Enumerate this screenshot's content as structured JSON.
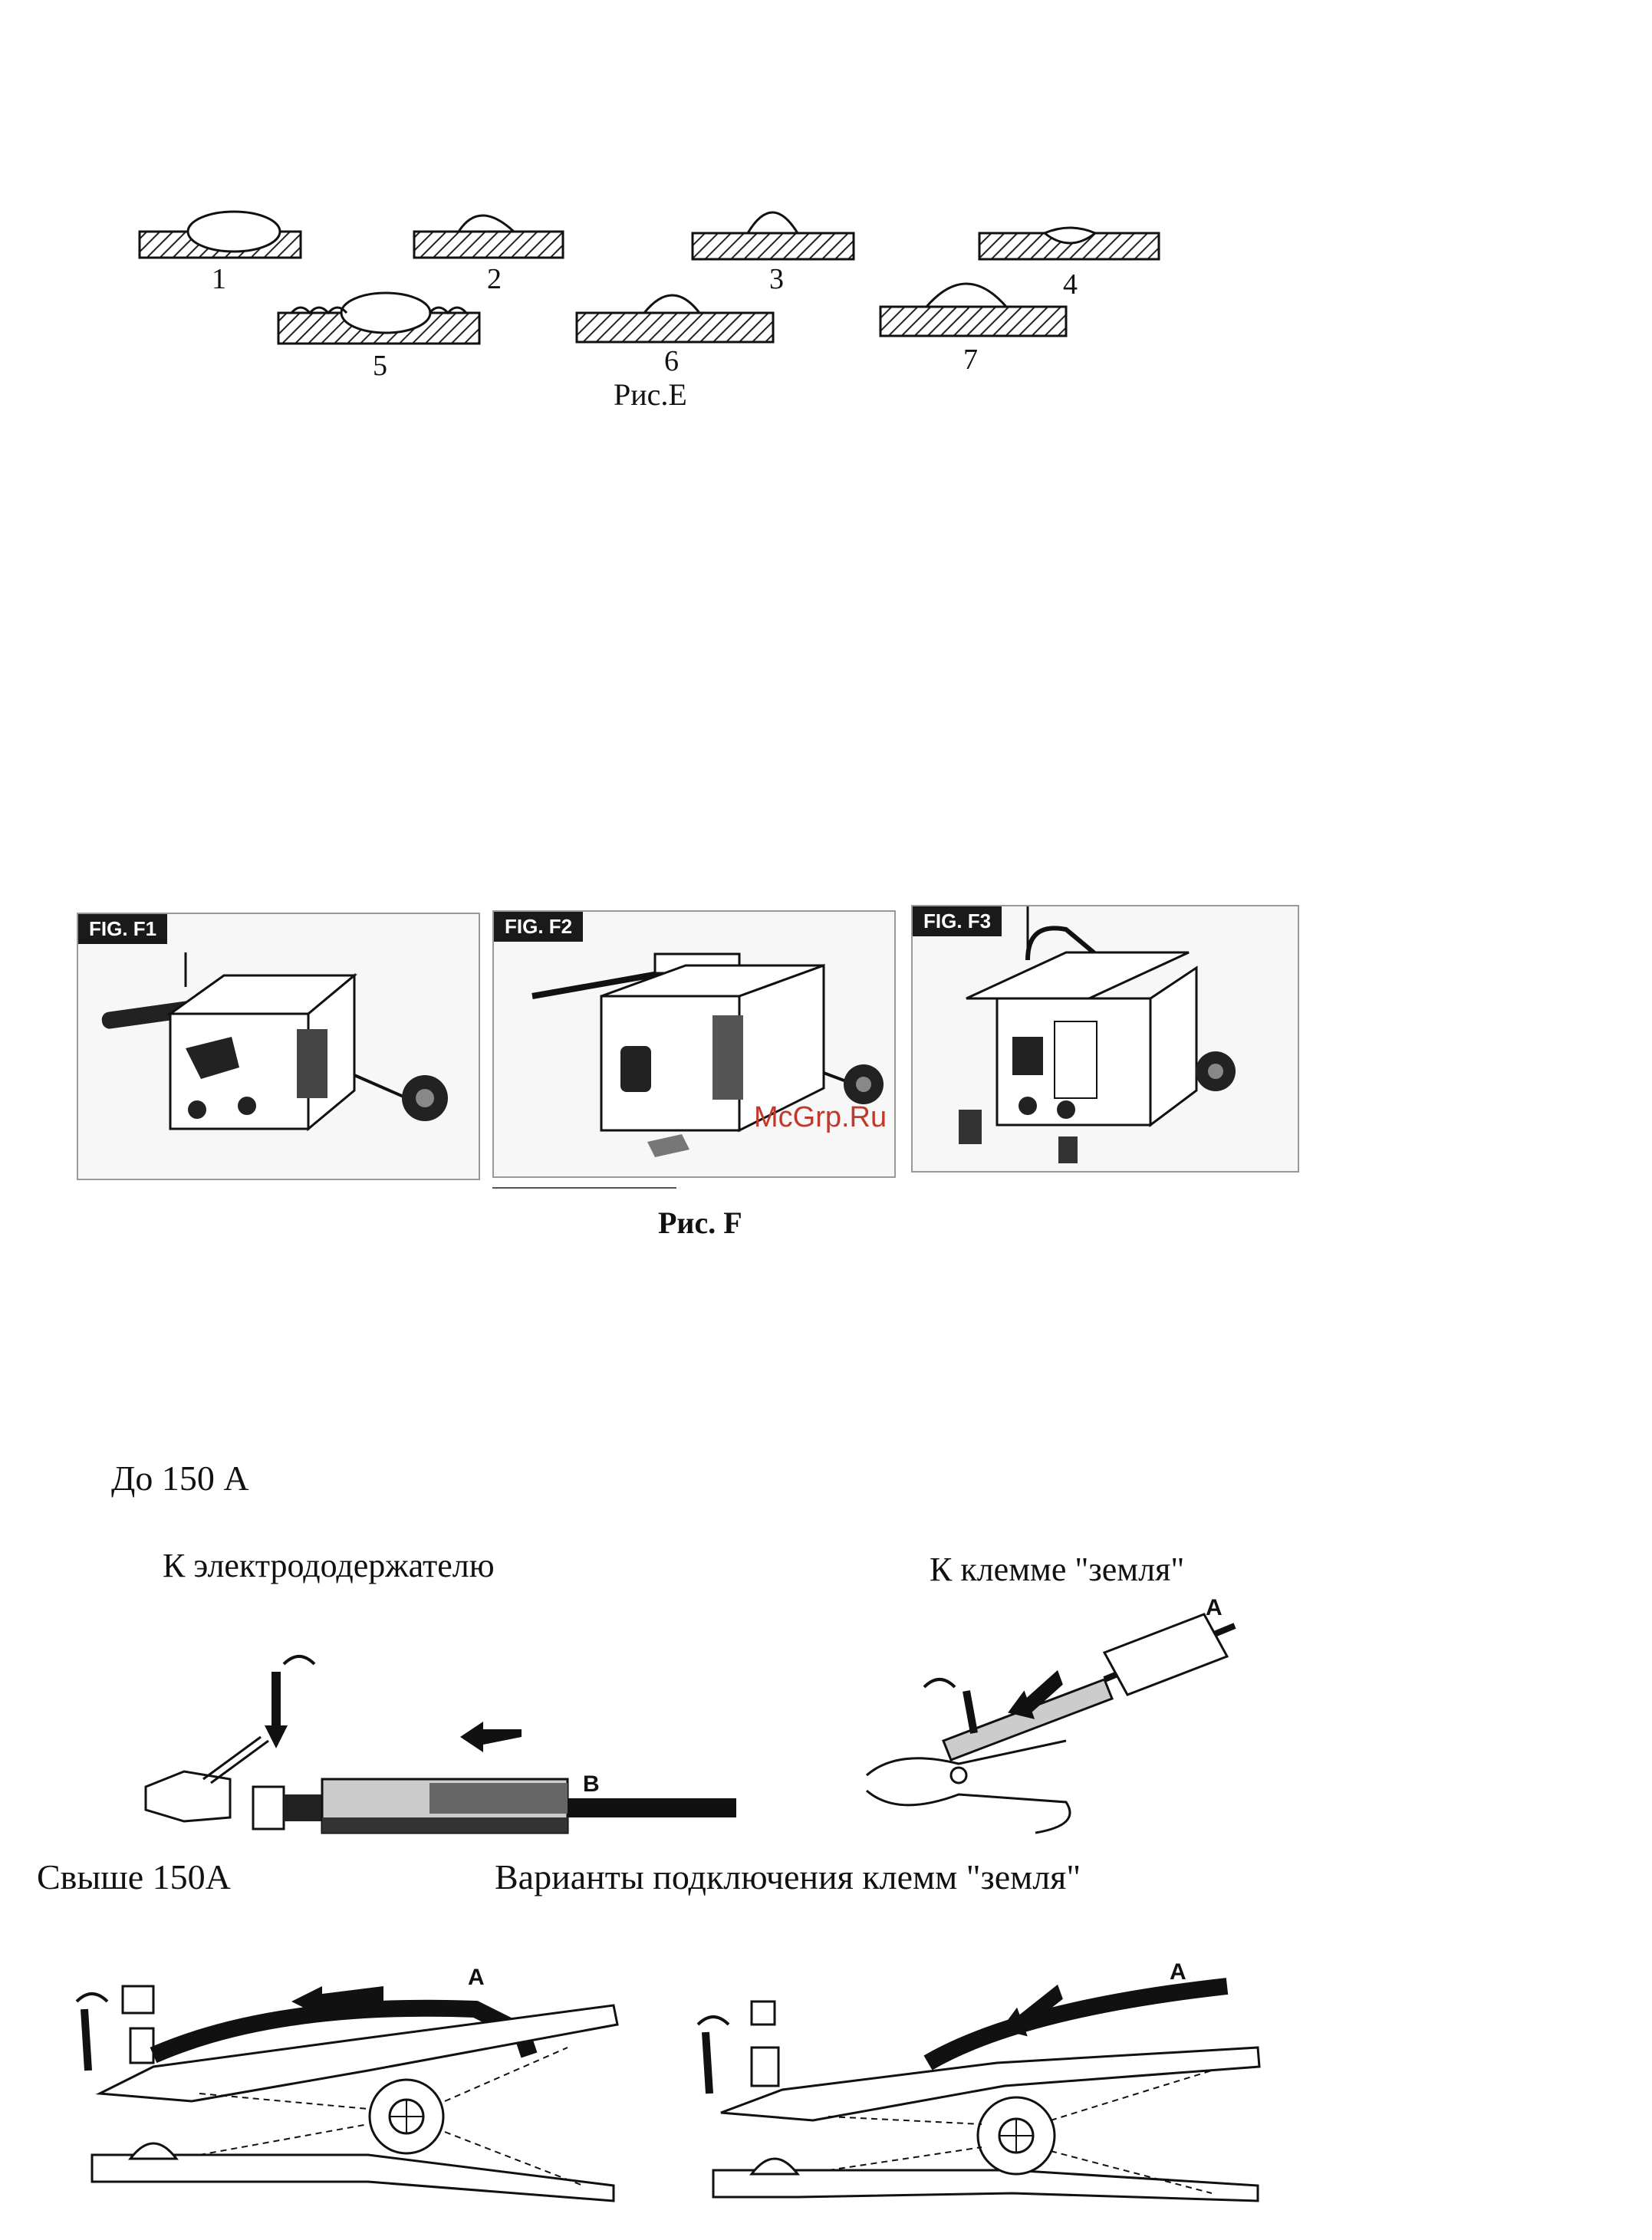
{
  "fig_e": {
    "labels": [
      "1",
      "2",
      "3",
      "4",
      "5",
      "6",
      "7"
    ],
    "caption": "Рис.E"
  },
  "fig_f": {
    "panels": [
      {
        "tag": "FIG. F1"
      },
      {
        "tag": "FIG. F2"
      },
      {
        "tag": "FIG. F3"
      }
    ],
    "caption": "Рис. F",
    "watermark": "McGrp.Ru"
  },
  "connections": {
    "up_to_150": "До 150 А",
    "to_electrode_holder": "К электрододержателю",
    "to_ground_clamp": "К  клемме \"земля\"",
    "above_150": "Свыше 150А",
    "ground_variants": "Варианты подключения клемм \"земля\"",
    "cable_a": "A",
    "cable_b": "B"
  },
  "colors": {
    "ink": "#111111",
    "watermark": "#c0392b"
  }
}
